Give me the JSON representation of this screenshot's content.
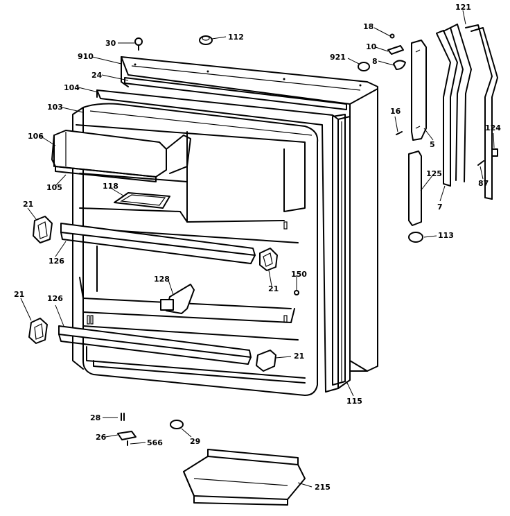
{
  "part_labels": [
    "30",
    "112",
    "910",
    "24",
    "104",
    "103",
    "106",
    "105",
    "118",
    "21",
    "126",
    "128",
    "21",
    "126",
    "21",
    "150",
    "21",
    "115",
    "18",
    "10",
    "921",
    "8",
    "16",
    "5",
    "121",
    "124",
    "125",
    "87",
    "7",
    "113",
    "28",
    "26",
    "566",
    "29",
    "215"
  ],
  "colors": {
    "ink": "#000000",
    "paper": "#ffffff"
  }
}
